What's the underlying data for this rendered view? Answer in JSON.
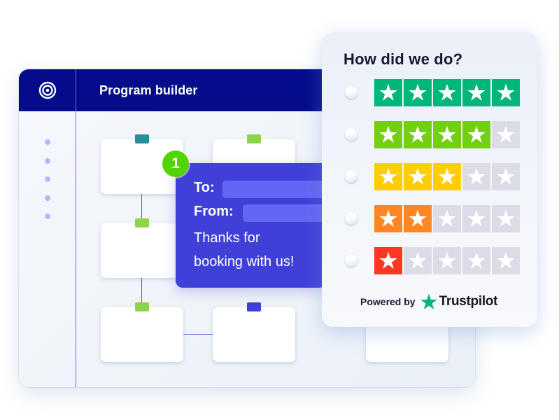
{
  "builder": {
    "title": "Program builder",
    "logo_icon": "target-icon",
    "colors": {
      "header": "#040c8c",
      "connector": "#5b5bd6",
      "sidebar_dot": "#b9b8f7"
    },
    "sidebar_dot_count": 5,
    "nodes": [
      {
        "id": "node-1",
        "tab_color": "#2a8f9a"
      },
      {
        "id": "node-2",
        "tab_color": "#8ed44a"
      },
      {
        "id": "node-3",
        "tab_color": "#8ed44a"
      },
      {
        "id": "node-4",
        "tab_color": "#8ed44a"
      },
      {
        "id": "node-5",
        "tab_color": "#4040d8"
      },
      {
        "id": "node-6",
        "tab_color": ""
      }
    ]
  },
  "email": {
    "step_number": "1",
    "to_label": "To:",
    "from_label": "From:",
    "body_line1": "Thanks for",
    "body_line2": "booking with us!",
    "colors": {
      "card": "#4040d8",
      "field": "#6565f5",
      "badge": "#52d400"
    }
  },
  "review": {
    "title": "How did we do?",
    "ratings": [
      {
        "stars": 5,
        "color": "#00b67a"
      },
      {
        "stars": 4,
        "color": "#73cf11"
      },
      {
        "stars": 3,
        "color": "#ffce00"
      },
      {
        "stars": 2,
        "color": "#ff8622"
      },
      {
        "stars": 1,
        "color": "#ff3722"
      }
    ],
    "empty_star_color": "#dcdce6",
    "powered_by": "Powered by",
    "brand": "Trustpilot",
    "brand_star_color": "#00b67a"
  }
}
